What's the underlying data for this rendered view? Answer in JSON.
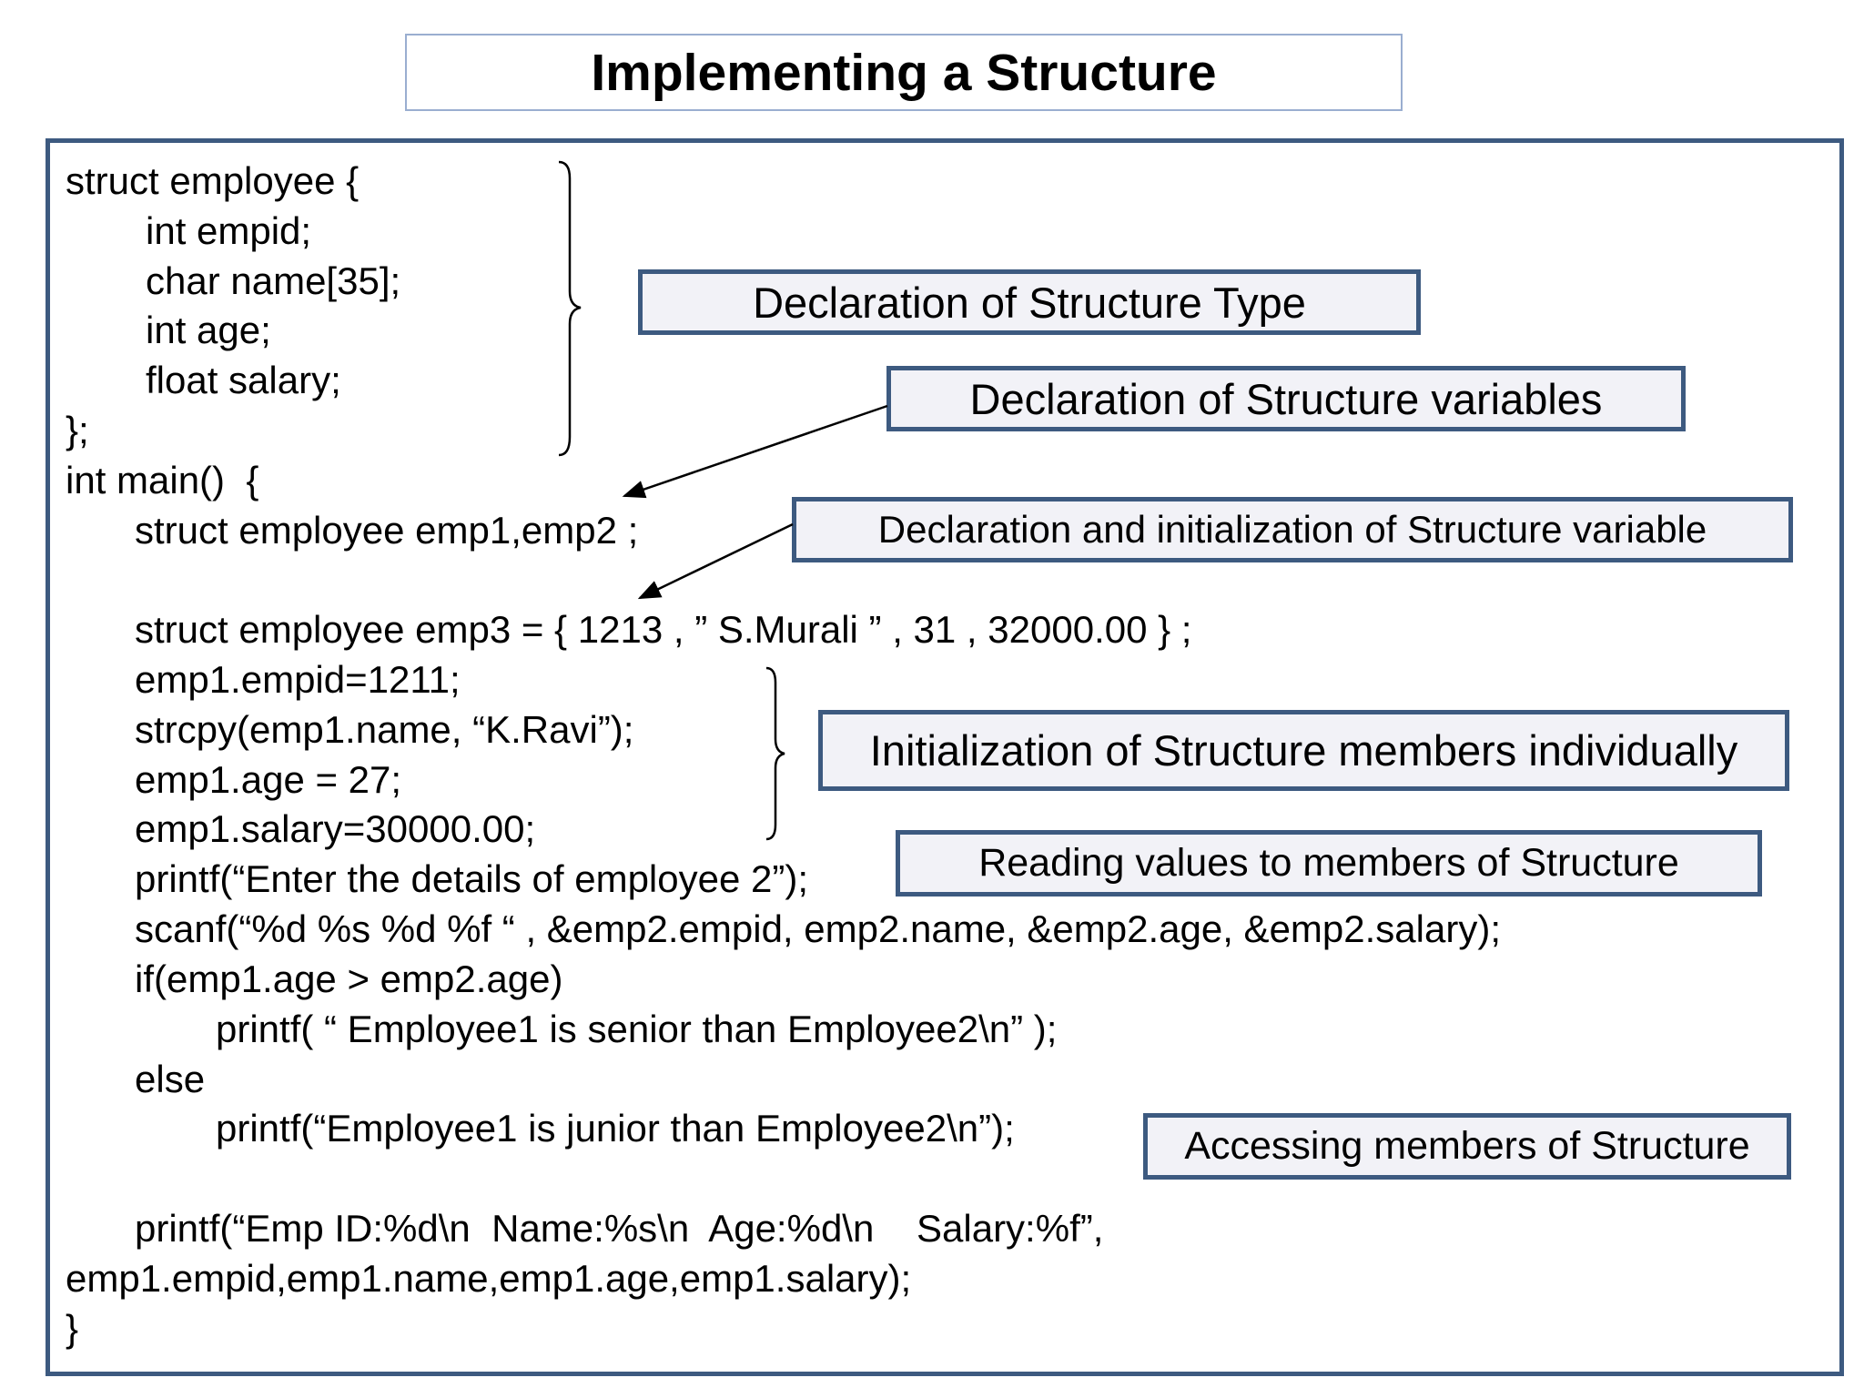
{
  "title": "Implementing a Structure",
  "code": [
    "struct employee {",
    "int empid;",
    "char name[35];",
    "int age;",
    "float salary;",
    "};",
    "int main()  {",
    "struct employee emp1,emp2 ;",
    "struct employee emp3 = { 1213 , ” S.Murali ” , 31 , 32000.00 } ;",
    "emp1.empid=1211;",
    "strcpy(emp1.name, “K.Ravi”);",
    "emp1.age = 27;",
    "emp1.salary=30000.00;",
    "printf(“Enter the details of employee 2”);",
    "scanf(“%d %s %d %f “ , &emp2.empid, emp2.name, &emp2.age, &emp2.salary);",
    "if(emp1.age > emp2.age)",
    "printf( “ Employee1 is senior than Employee2\\n” );",
    "else",
    "printf(“Employee1 is junior than Employee2\\n”);",
    "printf(“Emp ID:%d\\n  Name:%s\\n  Age:%d\\n    Salary:%f”,",
    "emp1.empid,emp1.name,emp1.age,emp1.salary);",
    "}"
  ],
  "labels": {
    "declaration_type": "Declaration of Structure Type",
    "declaration_variables": "Declaration of Structure variables",
    "declaration_initialization": "Declaration and initialization of Structure variable",
    "initialization_individually": "Initialization of Structure members individually",
    "reading_values": "Reading values to members of Structure",
    "accessing_members": "Accessing members of Structure"
  },
  "colors": {
    "frame_border": "#3d5a80",
    "title_border": "#9aaed0",
    "label_fill": "#f2f2f7"
  }
}
